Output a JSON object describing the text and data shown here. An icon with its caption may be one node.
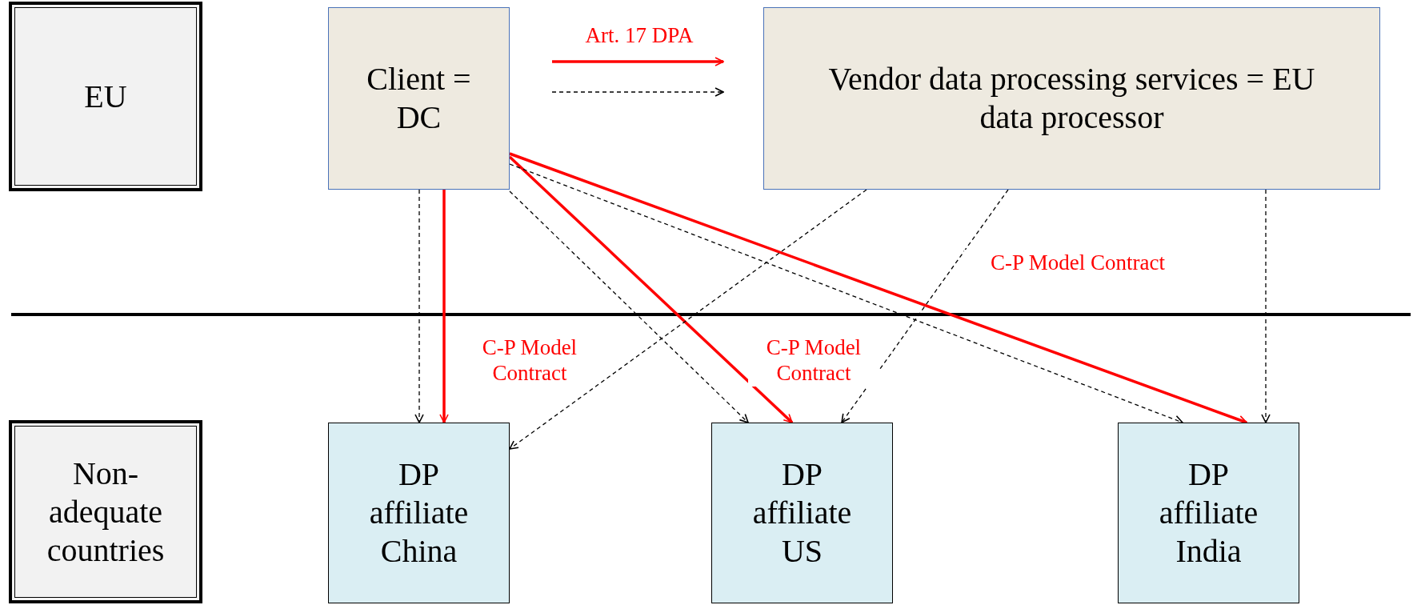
{
  "diagram": {
    "nodes": [
      {
        "text": [
          "EU"
        ]
      },
      {
        "text": [
          "Client = DC"
        ]
      },
      {
        "text": [
          "Vendor data processing services = EU data processor"
        ]
      },
      {
        "text": [
          "Non-adequate countries"
        ]
      },
      {
        "text": [
          "DP affiliate China"
        ]
      },
      {
        "text": [
          "DP affiliate US"
        ]
      },
      {
        "text": [
          "DP affiliate India"
        ]
      }
    ],
    "edges": [
      {
        "from": 1,
        "to": 2,
        "arrow": "to",
        "label": "Art. 17 DPA",
        "color": "#ff0000"
      },
      {
        "from": 1,
        "to": 2,
        "arrow": "to",
        "style": "dashed"
      },
      {
        "from": 1,
        "to": 4,
        "arrow": "to",
        "style": "dashed"
      },
      {
        "from": 1,
        "to": 4,
        "arrow": "to",
        "label": "C-P Model Contract",
        "color": "#ff0000"
      },
      {
        "from": 1,
        "to": 5,
        "arrow": "to",
        "style": "dashed"
      },
      {
        "from": 1,
        "to": 5,
        "arrow": "to",
        "label": "C-P Model Contract",
        "color": "#ff0000"
      },
      {
        "from": 1,
        "to": 6,
        "arrow": "to",
        "style": "dashed"
      },
      {
        "from": 1,
        "to": 6,
        "arrow": "to",
        "label": "C-P Model Contract",
        "color": "#ff0000"
      },
      {
        "from": 2,
        "to": 4,
        "arrow": "to",
        "style": "dashed"
      },
      {
        "from": 2,
        "to": 5,
        "arrow": "to",
        "style": "dashed"
      },
      {
        "from": 2,
        "to": 6,
        "arrow": "to",
        "style": "dashed"
      }
    ]
  }
}
